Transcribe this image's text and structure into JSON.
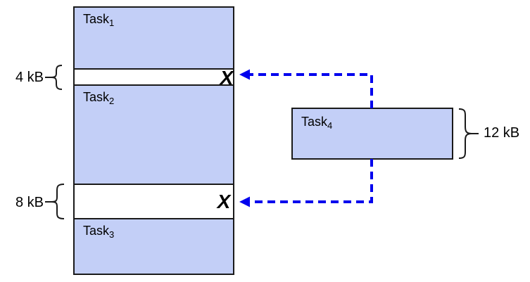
{
  "colors": {
    "block_fill": "#c3cff7",
    "block_border": "#1a1a1a",
    "arrow_blue": "#0000ee",
    "reject_red": "#ee1111"
  },
  "memory": {
    "tasks": [
      {
        "name": "Task",
        "sub": "1"
      },
      {
        "name": "Task",
        "sub": "2"
      },
      {
        "name": "Task",
        "sub": "3"
      }
    ],
    "gaps": [
      {
        "size": "4 kB",
        "mark": "X"
      },
      {
        "size": "8 kB",
        "mark": "X"
      }
    ]
  },
  "incoming": {
    "name": "Task",
    "sub": "4",
    "size": "12 kB"
  }
}
